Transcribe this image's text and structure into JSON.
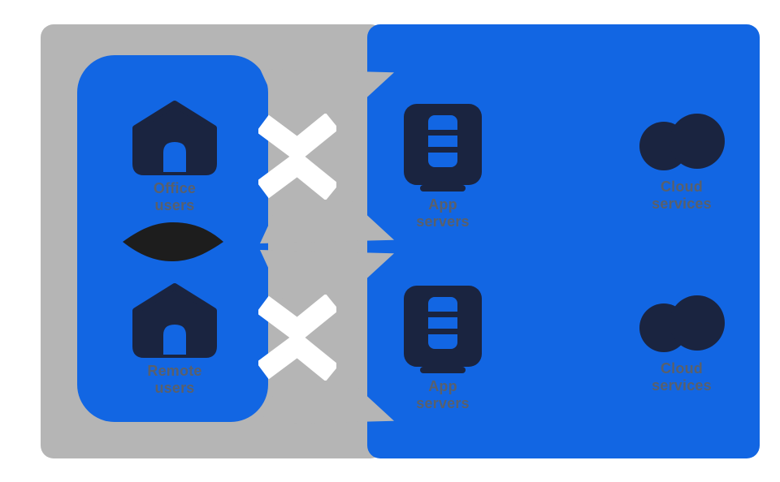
{
  "diagram": {
    "type": "architecture-diagram",
    "colors": {
      "background": "#ffffff",
      "gray_panel": "#b5b5b5",
      "blue": "#1266e3",
      "icon_navy": "#1a2440",
      "label_gray": "#59606c",
      "logo_black": "#1d1d1d",
      "connector_white": "#ffffff"
    },
    "left_panel": {
      "groups": [
        {
          "icon": "building-icon",
          "lines": [
            "Office",
            "users"
          ]
        },
        {
          "icon": "building-icon",
          "lines": [
            "Remote",
            "users"
          ]
        }
      ],
      "logo": {
        "icon": "logo-lens-mark",
        "color": "#1d1d1d"
      }
    },
    "connections": [
      {
        "icon": "crossed-chevrons-icon"
      },
      {
        "icon": "crossed-chevrons-icon"
      }
    ],
    "right_panel": {
      "rows": [
        {
          "items": [
            {
              "icon": "app-server-icon",
              "lines": [
                "App",
                "servers"
              ]
            },
            {
              "icon": "overlapping-circles-icon",
              "lines": [
                "Cloud",
                "services"
              ]
            }
          ]
        },
        {
          "items": [
            {
              "icon": "app-server-icon",
              "lines": [
                "App",
                "servers"
              ]
            },
            {
              "icon": "overlapping-circles-icon",
              "lines": [
                "Cloud",
                "services"
              ]
            }
          ]
        }
      ]
    }
  }
}
